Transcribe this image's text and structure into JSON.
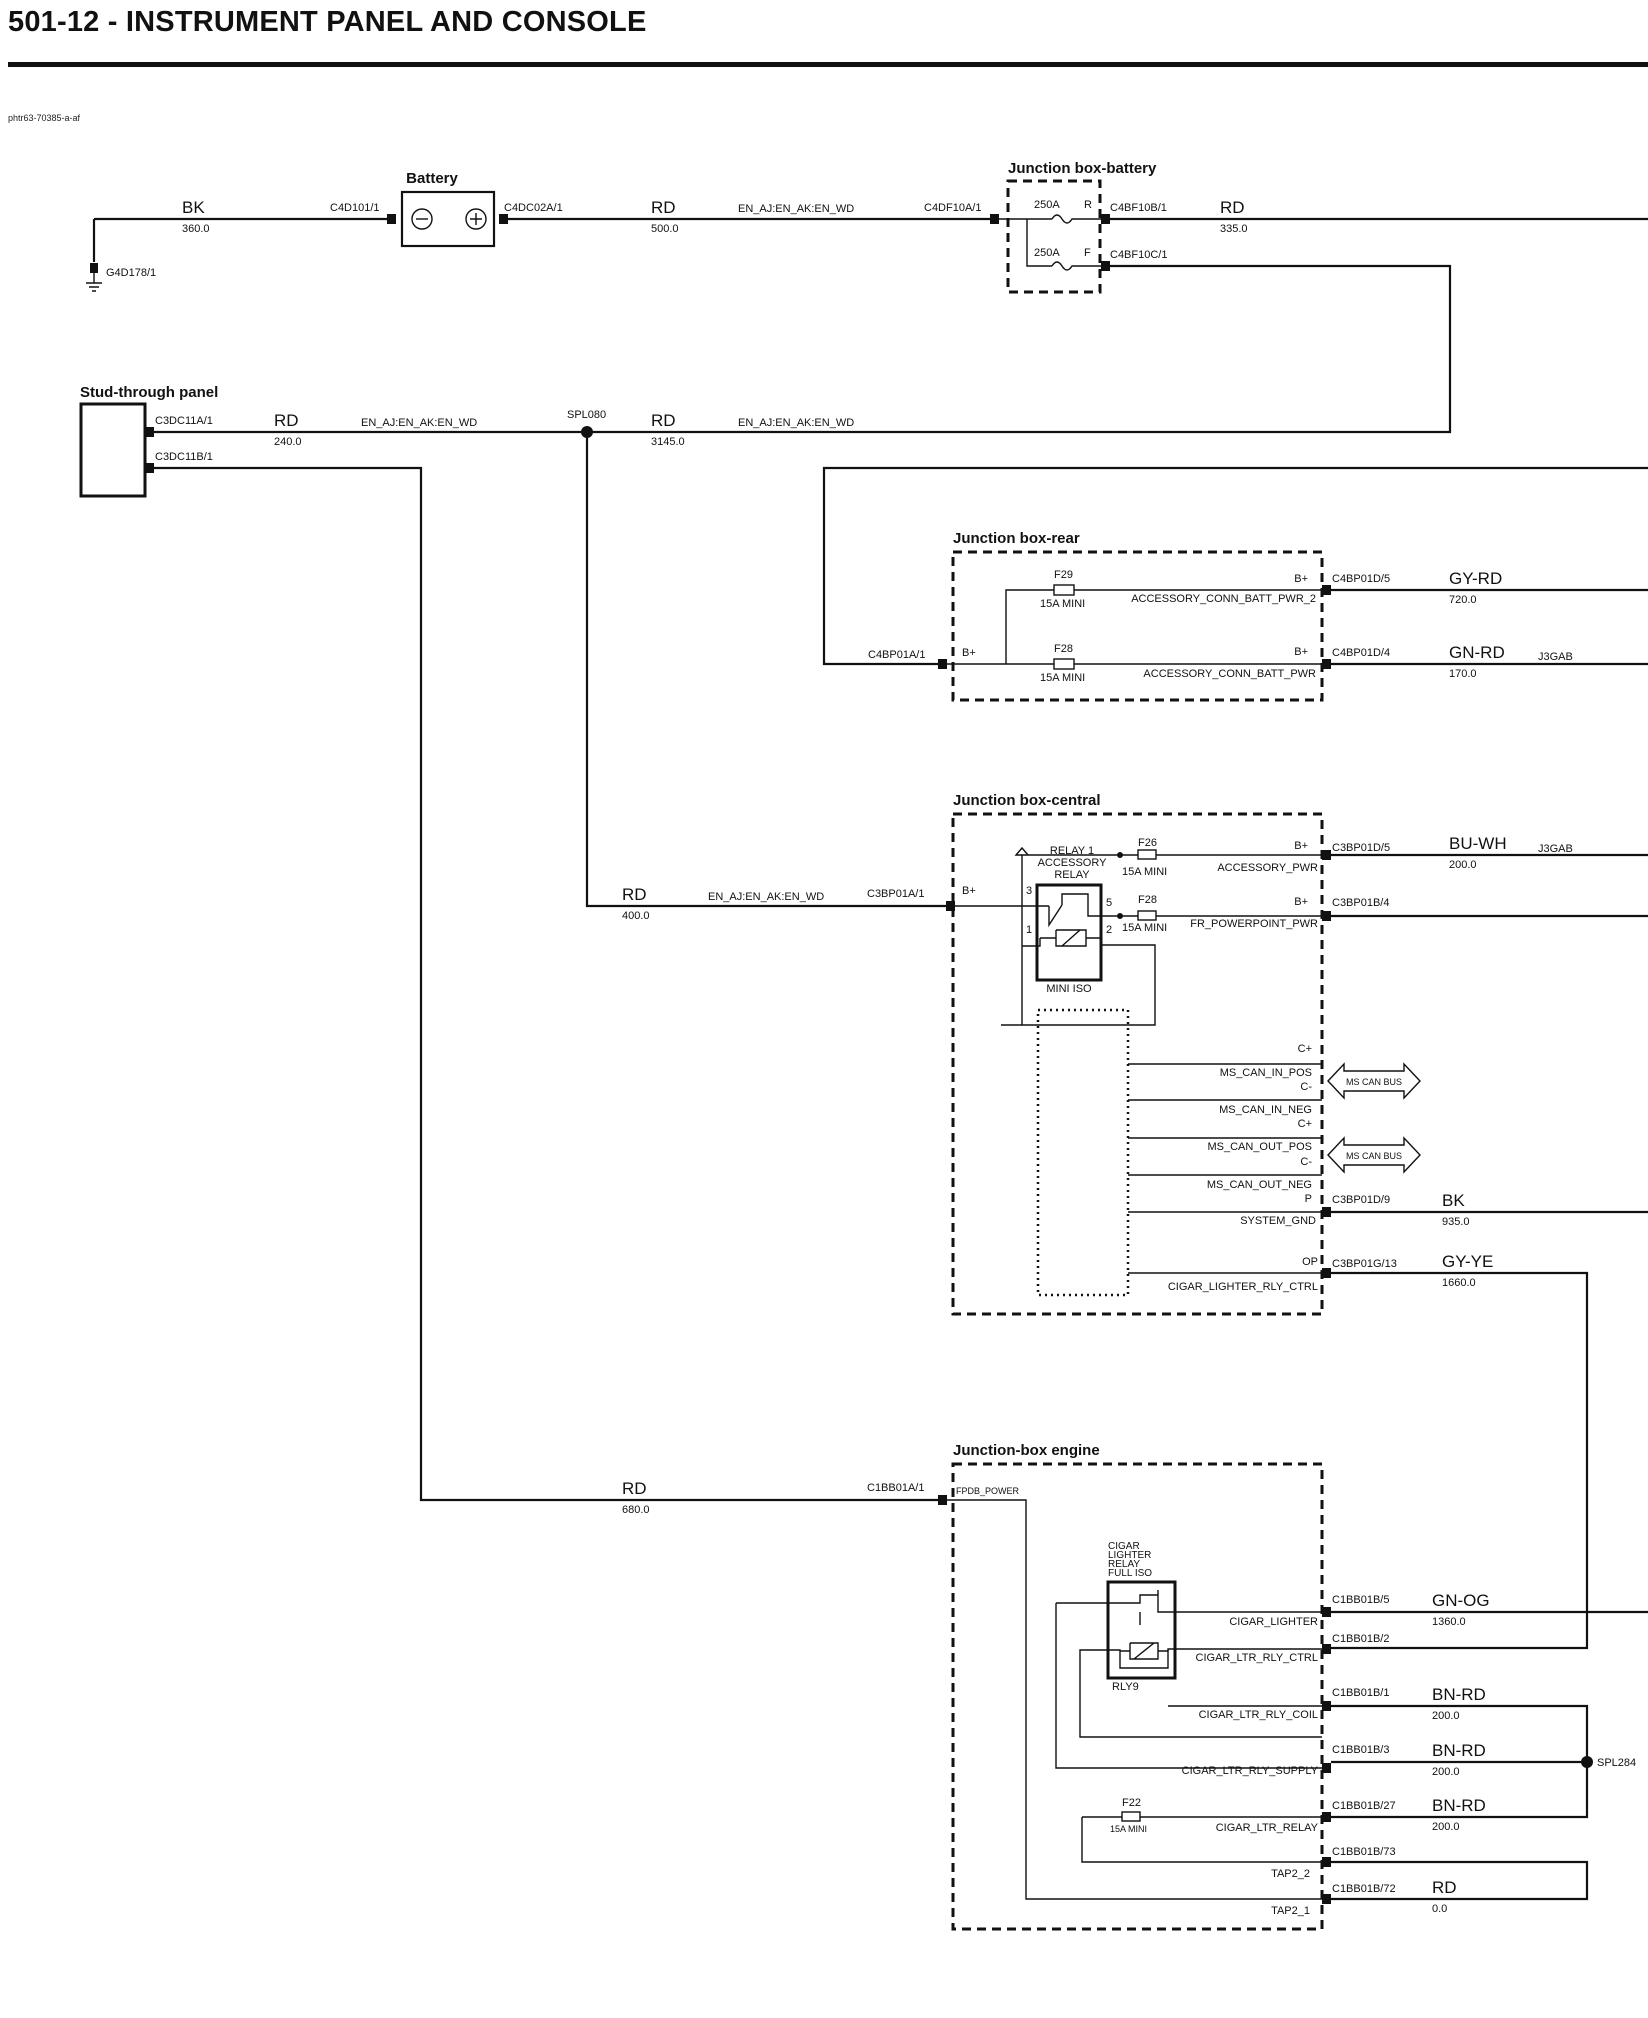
{
  "header": {
    "title": "501-12 - INSTRUMENT PANEL AND CONSOLE",
    "ref": "phtr63-70385-a-af"
  },
  "components": {
    "battery": "Battery",
    "jb_battery": "Junction box-battery",
    "stud_panel": "Stud-through panel",
    "jb_rear": "Junction box-rear",
    "jb_central": "Junction box-central",
    "jb_engine": "Junction-box engine",
    "relay1": [
      "RELAY 1",
      "ACCESSORY",
      "RELAY"
    ],
    "relay1_type": "MINI ISO",
    "cigar_relay": [
      "CIGAR",
      "LIGHTER",
      "RELAY",
      "FULL ISO"
    ],
    "cigar_relay_id": "RLY9",
    "ms_can_bus": "MS CAN BUS"
  },
  "connectors": {
    "g4d178": "G4D178/1",
    "c4d101": "C4D101/1",
    "c4dc02a": "C4DC02A/1",
    "c4df10a": "C4DF10A/1",
    "c4bf10b": "C4BF10B/1",
    "c4bf10c": "C4BF10C/1",
    "c3dc11a": "C3DC11A/1",
    "c3dc11b": "C3DC11B/1",
    "spl080": "SPL080",
    "c4bp01a": "C4BP01A/1",
    "c4bp01d5": "C4BP01D/5",
    "c4bp01d4": "C4BP01D/4",
    "c3bp01a": "C3BP01A/1",
    "c3bp01d5": "C3BP01D/5",
    "c3bp01b4": "C3BP01B/4",
    "c3bp01d9": "C3BP01D/9",
    "c3bp01g13": "C3BP01G/13",
    "c1bb01a": "C1BB01A/1",
    "c1bb01b5": "C1BB01B/5",
    "c1bb01b2": "C1BB01B/2",
    "c1bb01b1": "C1BB01B/1",
    "c1bb01b3": "C1BB01B/3",
    "c1bb01b27": "C1BB01B/27",
    "c1bb01b73": "C1BB01B/73",
    "c1bb01b72": "C1BB01B/72",
    "spl284": "SPL284"
  },
  "fuses": {
    "battery_r": "250A",
    "battery_f": "250A",
    "r_letter": "R",
    "f_letter": "F",
    "f29": "F29",
    "f28": "F28",
    "f26": "F26",
    "f28c": "F28",
    "f22": "F22",
    "mini15": "15A MINI",
    "mini15b": "15A MINI"
  },
  "pins": {
    "bplus": "B+",
    "cplus": "C+",
    "cminus": "C-",
    "p": "P",
    "op": "OP",
    "p1": "1",
    "p2": "2",
    "p3": "3",
    "p5": "5"
  },
  "signals": {
    "en_aj": "EN_AJ:EN_AK:EN_WD",
    "acc_batt2": "ACCESSORY_CONN_BATT_PWR_2",
    "acc_batt": "ACCESSORY_CONN_BATT_PWR",
    "acc_pwr": "ACCESSORY_PWR",
    "fr_pp": "FR_POWERPOINT_PWR",
    "ms_in_pos": "MS_CAN_IN_POS",
    "ms_in_neg": "MS_CAN_IN_NEG",
    "ms_out_pos": "MS_CAN_OUT_POS",
    "ms_out_neg": "MS_CAN_OUT_NEG",
    "sys_gnd": "SYSTEM_GND",
    "cigar_rly_ctrl": "CIGAR_LIGHTER_RLY_CTRL",
    "fpdb": "FPDB_POWER",
    "cigar_lighter": "CIGAR_LIGHTER",
    "cigar_ltr_rly_ctrl": "CIGAR_LTR_RLY_CTRL",
    "cigar_ltr_rly_coil": "CIGAR_LTR_RLY_COIL",
    "cigar_ltr_rly_supply": "CIGAR_LTR_RLY_SUPPLY",
    "cigar_ltr_relay": "CIGAR_LTR_RELAY",
    "tap2_2": "TAP2_2",
    "tap2_1": "TAP2_1",
    "j3gab": "J3GAB"
  },
  "wires": {
    "bk_gnd": {
      "color": "BK",
      "len": "360.0"
    },
    "rd_batt": {
      "color": "RD",
      "len": "500.0"
    },
    "rd_out": {
      "color": "RD",
      "len": "335.0"
    },
    "rd_stud": {
      "color": "RD",
      "len": "240.0"
    },
    "rd_spl": {
      "color": "RD",
      "len": "3145.0"
    },
    "gy_rd": {
      "color": "GY-RD",
      "len": "720.0"
    },
    "gn_rd": {
      "color": "GN-RD",
      "len": "170.0"
    },
    "rd_central": {
      "color": "RD",
      "len": "400.0"
    },
    "bu_wh": {
      "color": "BU-WH",
      "len": "200.0"
    },
    "bk_gnd2": {
      "color": "BK",
      "len": "935.0"
    },
    "gy_ye": {
      "color": "GY-YE",
      "len": "1660.0"
    },
    "rd_engine": {
      "color": "RD",
      "len": "680.0"
    },
    "gn_og": {
      "color": "GN-OG",
      "len": "1360.0"
    },
    "bn_rd1": {
      "color": "BN-RD",
      "len": "200.0"
    },
    "bn_rd2": {
      "color": "BN-RD",
      "len": "200.0"
    },
    "bn_rd3": {
      "color": "BN-RD",
      "len": "200.0"
    },
    "rd_tap": {
      "color": "RD",
      "len": "0.0"
    }
  }
}
